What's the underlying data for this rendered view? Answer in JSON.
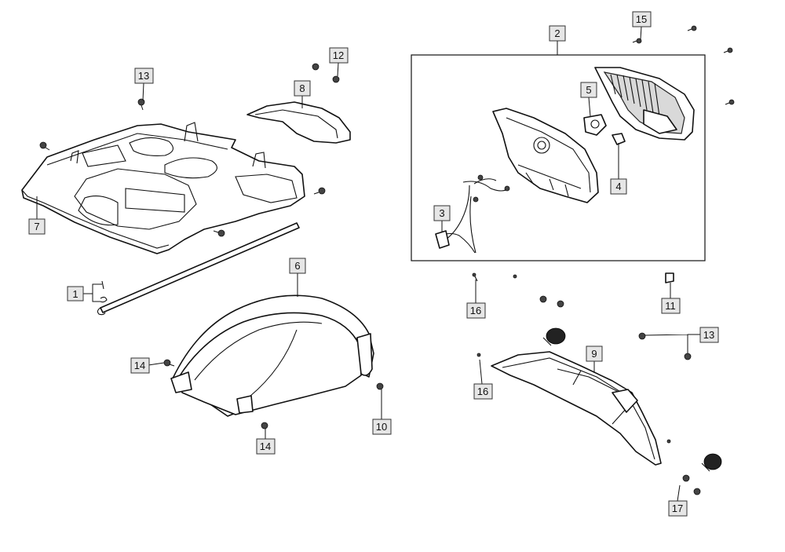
{
  "callouts": {
    "c1": "1",
    "c2": "2",
    "c3": "3",
    "c4": "4",
    "c5": "5",
    "c6": "6",
    "c7": "7",
    "c8": "8",
    "c9": "9",
    "c10": "10",
    "c11": "11",
    "c12": "12",
    "c13a": "13",
    "c13b": "13",
    "c14a": "14",
    "c14b": "14",
    "c15": "15",
    "c16a": "16",
    "c16b": "16",
    "c17": "17"
  },
  "colors": {
    "line": "#111111",
    "callout_fill": "#e6e6e6"
  }
}
